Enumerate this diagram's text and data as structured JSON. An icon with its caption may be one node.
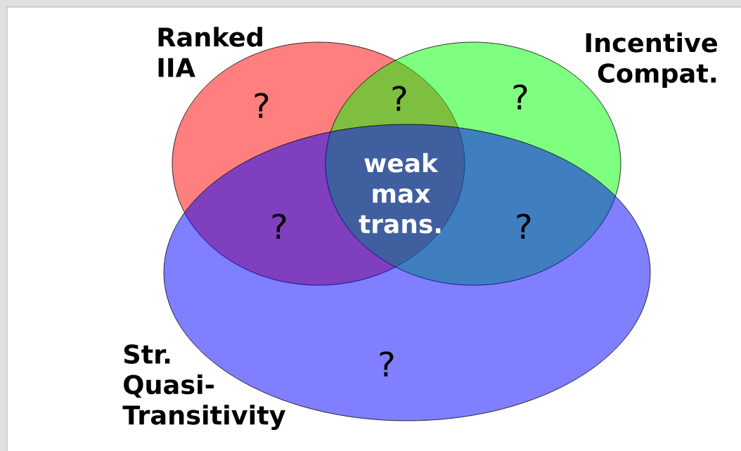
{
  "diagram": {
    "nodes": [
      {
        "text": [
          "Ranked IIA"
        ]
      },
      {
        "text": [
          "Incentive Compat."
        ]
      },
      {
        "text": [
          "Str. Quasi-Transitivity"
        ]
      }
    ],
    "labels": [
      "?",
      "?",
      "?",
      "weak max trans.",
      "?",
      "?",
      "?"
    ]
  }
}
